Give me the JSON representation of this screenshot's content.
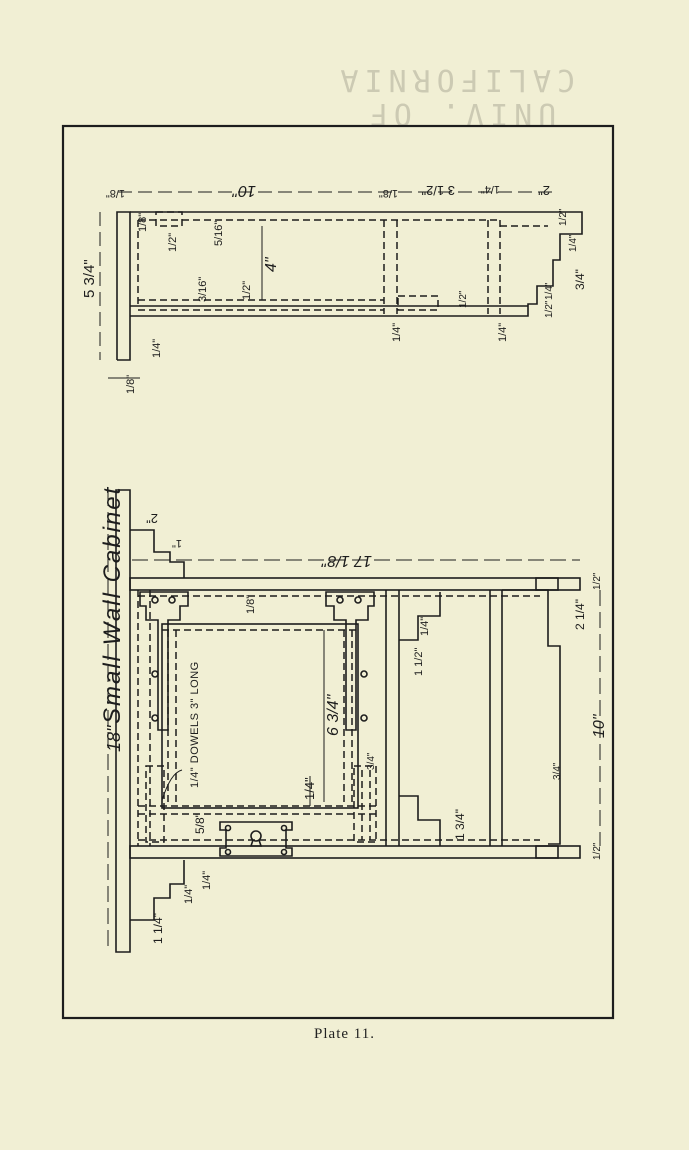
{
  "title": "Small Wall Cabinet",
  "caption": "Plate 11.",
  "stamp": [
    "UNIV. OF",
    "CALIFORNIA"
  ],
  "top_view": {
    "dims": {
      "tenth_a": "1/8\"",
      "width_10": "10\"",
      "tenth_b": "1/8\"",
      "w_3_1_2": "3 1/2\"",
      "w_1_4_a": "1/4\"",
      "w_2": "2\"",
      "height_5_3_4": "5 3/4\"",
      "h_1_2_a": "1/2\"",
      "h_5_16": "5/16\"",
      "h_4": "4\"",
      "h_3_16": "3/16\"",
      "h_1_2_b": "1/2\"",
      "h_1_4_a": "1/4\"",
      "h_1_4_b": "1/4\"",
      "h_1_4_c": "1/4\"",
      "h_1_2_c": "1/2\"",
      "h_1_2_d": "1/2\"",
      "h_1_4_d": "1/4\"",
      "h_3_4": "3/4\"",
      "h_1_4_e": "1/4\"",
      "h_1_4_f": "1/4\"",
      "h_1_2_e": "1/2\"",
      "h_1_8_c": "1/8\""
    }
  },
  "front_view": {
    "title": "Small Wall Cabinet",
    "dims": {
      "length_18": "18\"",
      "w_2": "2\"",
      "w_1": "1\"",
      "len_17_1_8": "17 1/8\"",
      "h_1_8_a": "1/8\"",
      "h_1_2_a": "1/2\"",
      "h_2_1_4": "2 1/4\"",
      "h_1_4_a": "1/4\"",
      "h_1_1_2": "1 1/2\"",
      "h_6_3_4": "6 3/4\"",
      "h_1_4_b": "1/4\"",
      "h_10": "10\"",
      "h_3_4_a": "3/4\"",
      "h_1_3_4": "1 3/4\"",
      "h_1_2_b": "1/2\"",
      "h_5_8": "5/8\"",
      "h_3_4_b": "3/4\"",
      "h_1_4_c": "1/4\"",
      "h_1_4_d": "1/4\"",
      "h_1_1_4": "1 1/4\"",
      "dowels": "1/4\" DOWELS 3\" LONG"
    }
  }
}
